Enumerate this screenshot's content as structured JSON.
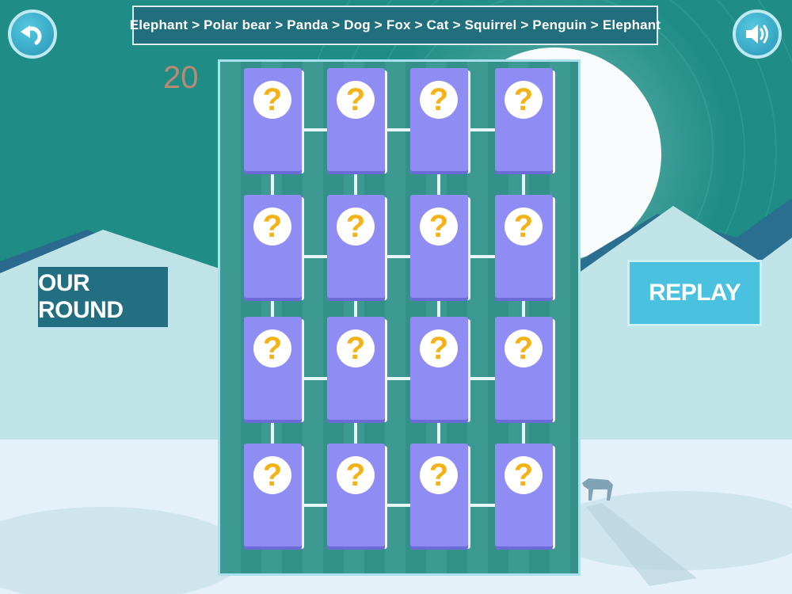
{
  "header": {
    "sequence": "Elephant > Polar bear > Panda > Dog > Fox > Cat > Squirrel > Penguin > Elephant"
  },
  "timer": {
    "value": "20"
  },
  "buttons": {
    "our_round": "OUR ROUND",
    "replay": "REPLAY",
    "back_icon": "back-arrow-icon",
    "sound_icon": "speaker-icon"
  },
  "board": {
    "rows": 4,
    "cols": 4,
    "cards": [
      {
        "symbol": "?"
      },
      {
        "symbol": "?"
      },
      {
        "symbol": "?"
      },
      {
        "symbol": "?"
      },
      {
        "symbol": "?"
      },
      {
        "symbol": "?"
      },
      {
        "symbol": "?"
      },
      {
        "symbol": "?"
      },
      {
        "symbol": "?"
      },
      {
        "symbol": "?"
      },
      {
        "symbol": "?"
      },
      {
        "symbol": "?"
      },
      {
        "symbol": "?"
      },
      {
        "symbol": "?"
      },
      {
        "symbol": "?"
      },
      {
        "symbol": "?"
      }
    ]
  },
  "colors": {
    "card": "#8f8df4",
    "question_mark": "#f4b215",
    "header_bg": "#216f7c",
    "replay_bg": "#4ac1de",
    "our_round_bg": "#226f81"
  }
}
